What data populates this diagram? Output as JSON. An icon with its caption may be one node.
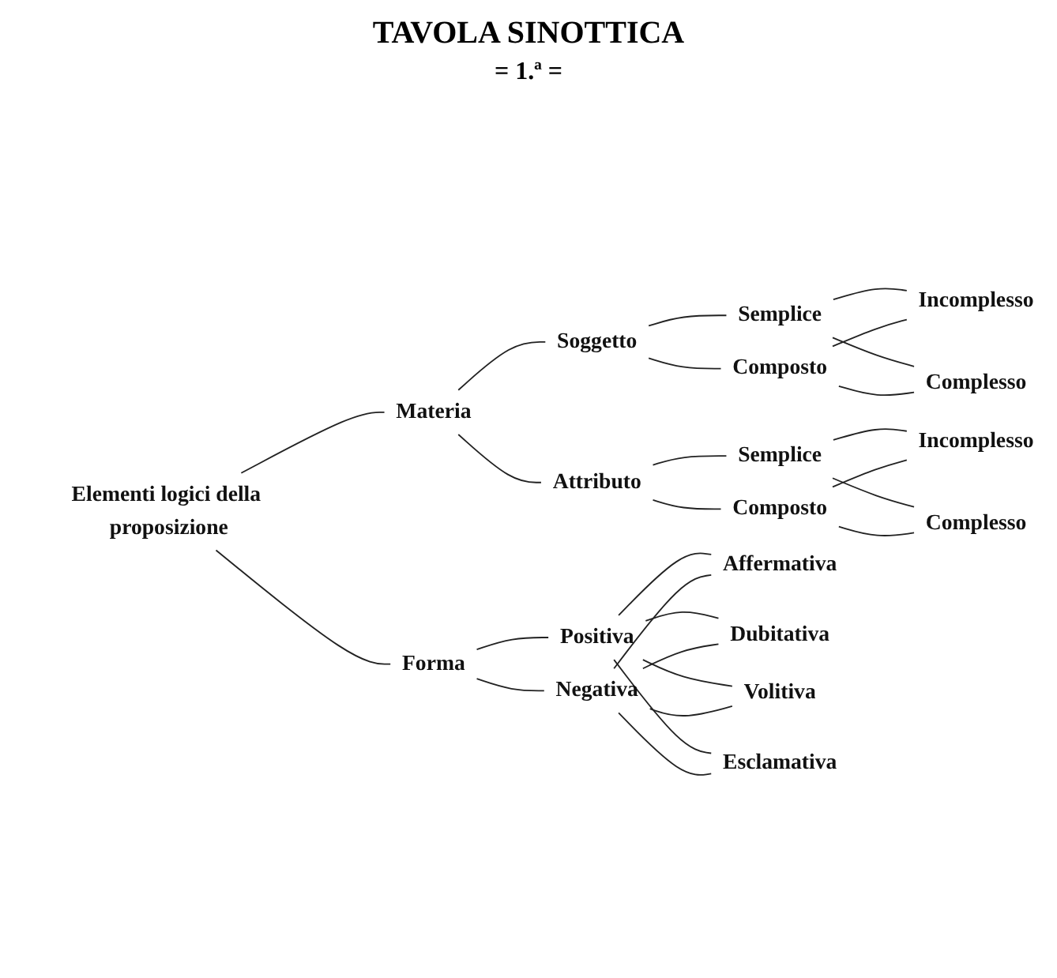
{
  "diagram": {
    "title": "TAVOLA SINOTTICA",
    "nodes": [
      {
        "text": [
          "Elementi logici della proposizione"
        ]
      },
      {
        "text": [
          "Materia"
        ]
      },
      {
        "text": [
          "Soggetto"
        ]
      },
      {
        "text": [
          "Semplice"
        ]
      },
      {
        "text": [
          "Composto"
        ]
      },
      {
        "text": [
          "Incomplesso"
        ]
      },
      {
        "text": [
          "Complesso"
        ]
      },
      {
        "text": [
          "Attributo"
        ]
      },
      {
        "text": [
          "Semplice"
        ]
      },
      {
        "text": [
          "Composto"
        ]
      },
      {
        "text": [
          "Incomplesso"
        ]
      },
      {
        "text": [
          "Complesso"
        ]
      },
      {
        "text": [
          "Forma"
        ]
      },
      {
        "text": [
          "Positiva"
        ]
      },
      {
        "text": [
          "Negativa"
        ]
      },
      {
        "text": [
          "Affermativa"
        ]
      },
      {
        "text": [
          "Dubitativa"
        ]
      },
      {
        "text": [
          "Volitiva"
        ]
      },
      {
        "text": [
          "Esclamativa"
        ]
      }
    ],
    "edges": [
      {
        "from": 0,
        "to": 1,
        "arrow": "none"
      },
      {
        "from": 0,
        "to": 12,
        "arrow": "none"
      },
      {
        "from": 1,
        "to": 2,
        "arrow": "none"
      },
      {
        "from": 1,
        "to": 7,
        "arrow": "none"
      },
      {
        "from": 2,
        "to": 3,
        "arrow": "none"
      },
      {
        "from": 2,
        "to": 4,
        "arrow": "none"
      },
      {
        "from": 3,
        "to": 5,
        "arrow": "none"
      },
      {
        "from": 3,
        "to": 6,
        "arrow": "none"
      },
      {
        "from": 4,
        "to": 5,
        "arrow": "none"
      },
      {
        "from": 4,
        "to": 6,
        "arrow": "none"
      },
      {
        "from": 7,
        "to": 8,
        "arrow": "none"
      },
      {
        "from": 7,
        "to": 9,
        "arrow": "none"
      },
      {
        "from": 8,
        "to": 10,
        "arrow": "none"
      },
      {
        "from": 8,
        "to": 11,
        "arrow": "none"
      },
      {
        "from": 9,
        "to": 10,
        "arrow": "none"
      },
      {
        "from": 9,
        "to": 11,
        "arrow": "none"
      },
      {
        "from": 12,
        "to": 13,
        "arrow": "none"
      },
      {
        "from": 12,
        "to": 14,
        "arrow": "none"
      },
      {
        "from": 13,
        "to": 15,
        "arrow": "none"
      },
      {
        "from": 13,
        "to": 16,
        "arrow": "none"
      },
      {
        "from": 13,
        "to": 17,
        "arrow": "none"
      },
      {
        "from": 13,
        "to": 18,
        "arrow": "none"
      },
      {
        "from": 14,
        "to": 15,
        "arrow": "none"
      },
      {
        "from": 14,
        "to": 16,
        "arrow": "none"
      },
      {
        "from": 14,
        "to": 17,
        "arrow": "none"
      },
      {
        "from": 14,
        "to": 18,
        "arrow": "none"
      }
    ],
    "labels": [
      "= 1.ª ="
    ]
  }
}
